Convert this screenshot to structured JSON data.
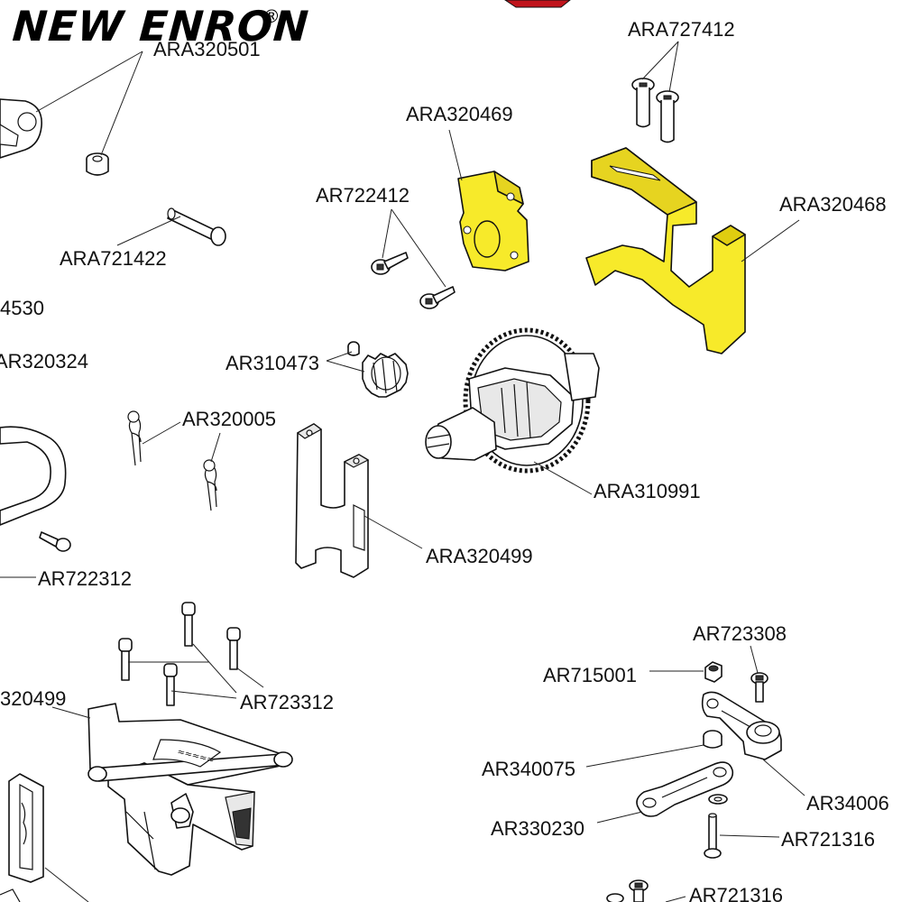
{
  "brand": {
    "name": "NEW ENRON",
    "registered_mark": "®"
  },
  "highlight_color": "#f7ea2a",
  "callouts": {
    "ara320501": "ARA320501",
    "ara727412": "ARA727412",
    "ara320469": "ARA320469",
    "ara320468": "ARA320468",
    "ar722412": "AR722412",
    "ara721422": "ARA721422",
    "p4530": "4530",
    "ar320324": "AR320324",
    "ar310473": "AR310473",
    "ar320005": "AR320005",
    "ara310991": "ARA310991",
    "ara320499": "ARA320499",
    "ar722312": "AR722312",
    "ar723308": "AR723308",
    "ar715001": "AR715001",
    "ar723312": "AR723312",
    "p320499": "320499",
    "ar340075": "AR340075",
    "ar34006": "AR34006",
    "ar330230": "AR330230",
    "ar721316": "AR721316",
    "ar721316_b": "AR721316"
  }
}
